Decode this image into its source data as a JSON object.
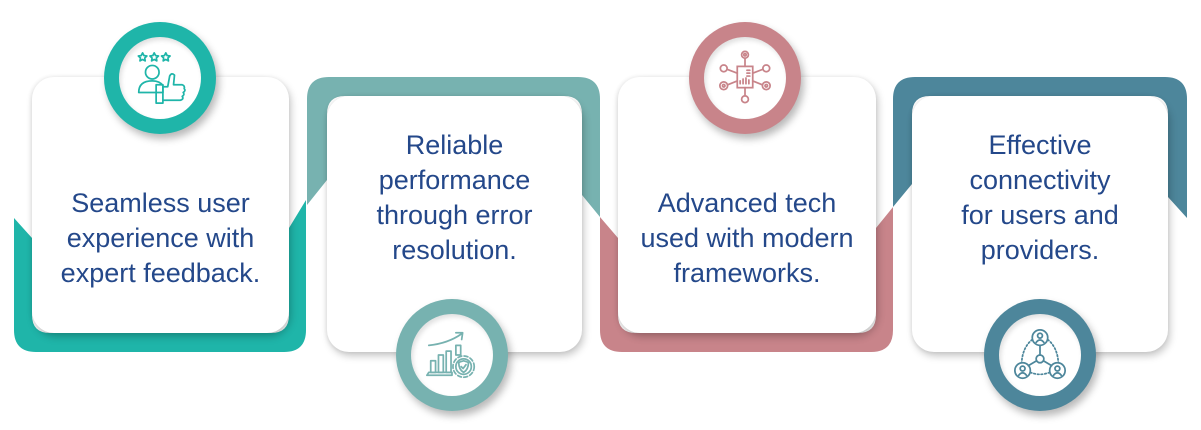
{
  "colors": {
    "teal": "#1fb5a9",
    "sage": "#77b2b0",
    "rose": "#c8848a",
    "steel": "#4d869b",
    "text": "#24488a"
  },
  "panels": [
    {
      "text": "Seamless user\nexperience with\nexpert feedback.",
      "icon": "user-thumbs-up-rating-icon",
      "color": "#1fb5a9"
    },
    {
      "text": "Reliable\nperformance\nthrough error\nresolution.",
      "icon": "growth-chart-gear-icon",
      "color": "#77b2b0"
    },
    {
      "text": "Advanced tech\nused with modern\nframeworks.",
      "icon": "tech-network-document-icon",
      "color": "#c8848a"
    },
    {
      "text": "Effective\nconnectivity\nfor users and\nproviders.",
      "icon": "user-network-connectivity-icon",
      "color": "#4d869b"
    }
  ]
}
